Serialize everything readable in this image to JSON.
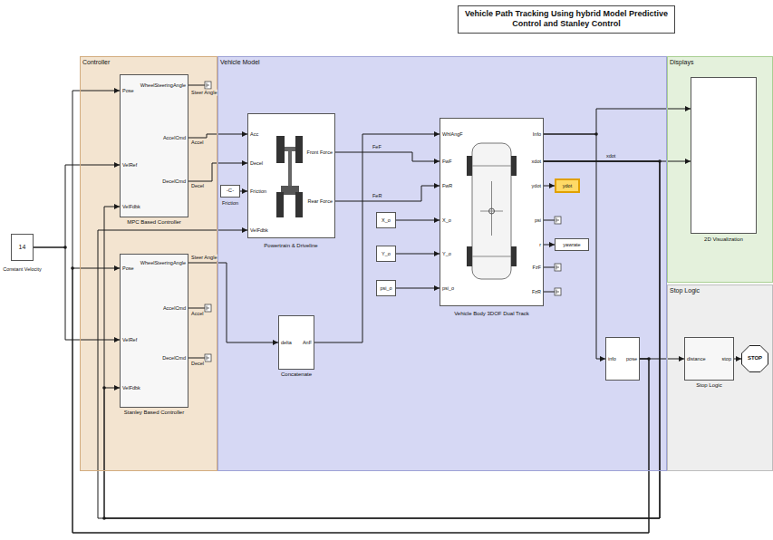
{
  "diagram": {
    "title": "Vehicle Path Tracking Using hybrid Model Predictive Control and Stanley Control",
    "nodes": [
      {
        "text": [
          "Controller"
        ]
      },
      {
        "text": [
          "Pose",
          "WheelSteeringAngle",
          "VelRef",
          "AccelCmd",
          "VelFdbk",
          "DecelCmd",
          "MPC Based Controller"
        ],
        "in": 0
      },
      {
        "text": [
          "Pose",
          "WheelSteeringAngle",
          "VelRef",
          "AccelCmd",
          "VelFdbk",
          "DecelCmd",
          "Stanley Based Controller"
        ],
        "in": 0
      },
      {
        "text": [
          "Vehicle Model"
        ]
      },
      {
        "text": [
          "Acc",
          "Decel",
          "Friction",
          "VelFdbk",
          "Front Force",
          "Rear Force",
          "Powertrain & Driveline"
        ],
        "in": 3
      },
      {
        "text": [
          "-C-",
          "Friction"
        ],
        "in": 3
      },
      {
        "text": [
          "delta",
          "AnF",
          "Concatenate"
        ],
        "in": 3
      },
      {
        "text": [
          "X_o"
        ],
        "in": 3
      },
      {
        "text": [
          "Y_o"
        ],
        "in": 3
      },
      {
        "text": [
          "psi_o"
        ],
        "in": 3
      },
      {
        "text": [
          "WhlAngF",
          "FwF",
          "FwR",
          "X_o",
          "Y_o",
          "psi_o",
          "Info",
          "xdot",
          "ydot",
          "psi",
          "r",
          "FzF",
          "FzR",
          "Vehicle Body 3DOF Dual Track"
        ],
        "in": 3
      },
      {
        "text": [
          "ydot"
        ],
        "in": 3
      },
      {
        "text": [
          "yawrate"
        ],
        "in": 3
      },
      {
        "text": [
          "info",
          "pose"
        ],
        "in": 3
      },
      {
        "text": [
          "Displays"
        ]
      },
      {
        "text": [
          "2D Visualization"
        ],
        "in": 14
      },
      {
        "text": [
          "Stop Logic"
        ]
      },
      {
        "text": [
          "distance",
          "stop",
          "Stop Logic"
        ],
        "in": 16
      },
      {
        "text": [
          "STOP"
        ],
        "in": 16
      },
      {
        "text": [
          "14",
          "Constant Velocity"
        ]
      }
    ],
    "edges": [
      {
        "from": 19,
        "to": 1,
        "arrow": "to"
      },
      {
        "from": 19,
        "to": 2,
        "arrow": "to"
      },
      {
        "from": 1,
        "to": 4,
        "label": "Accel",
        "arrow": "to"
      },
      {
        "from": 1,
        "to": 4,
        "label": "Decel",
        "arrow": "to"
      },
      {
        "from": 2,
        "to": 6,
        "label": "Steer Angle",
        "arrow": "to"
      },
      {
        "from": 5,
        "to": 4,
        "arrow": "to"
      },
      {
        "from": 4,
        "to": 10,
        "label": "FeF",
        "arrow": "to"
      },
      {
        "from": 4,
        "to": 10,
        "label": "FeR",
        "arrow": "to"
      },
      {
        "from": 6,
        "to": 10,
        "arrow": "to"
      },
      {
        "from": 7,
        "to": 10,
        "arrow": "to"
      },
      {
        "from": 8,
        "to": 10,
        "arrow": "to"
      },
      {
        "from": 9,
        "to": 10,
        "arrow": "to"
      },
      {
        "from": 10,
        "to": 11,
        "arrow": "to"
      },
      {
        "from": 10,
        "to": 12,
        "arrow": "to"
      },
      {
        "from": 10,
        "to": 15,
        "arrow": "to"
      },
      {
        "from": 10,
        "to": 15,
        "label": "xdot",
        "arrow": "to"
      },
      {
        "from": 10,
        "to": 13,
        "arrow": "to"
      },
      {
        "from": 13,
        "to": 17,
        "arrow": "to"
      },
      {
        "from": 17,
        "to": 18,
        "arrow": "to"
      },
      {
        "from": 10,
        "to": 1,
        "arrow": "to"
      },
      {
        "from": 10,
        "to": 2,
        "arrow": "to"
      },
      {
        "from": 10,
        "to": 4,
        "arrow": "to"
      },
      {
        "from": 13,
        "to": 1,
        "arrow": "to"
      },
      {
        "from": 13,
        "to": 2,
        "arrow": "to"
      }
    ],
    "labels": [
      "Steer Angle",
      "Accel",
      "Decel"
    ]
  }
}
